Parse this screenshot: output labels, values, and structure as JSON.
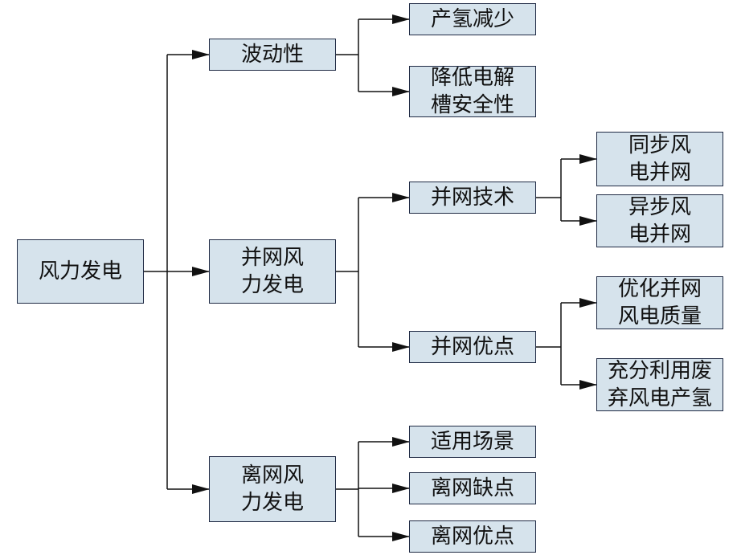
{
  "colors": {
    "box_fill": "#d6e3ec",
    "box_border": "#1f2a44",
    "connector": "#111111"
  },
  "nodes": {
    "root": [
      "风力发电"
    ],
    "volatility": [
      "波动性"
    ],
    "h2_reduce": [
      "产氢减少"
    ],
    "safety": [
      "降低电解",
      "槽安全性"
    ],
    "grid_wind": [
      "并网风",
      "力发电"
    ],
    "grid_tech": [
      "并网技术"
    ],
    "sync": [
      "同步风",
      "电并网"
    ],
    "async": [
      "异步风",
      "电并网"
    ],
    "grid_adv": [
      "并网优点"
    ],
    "quality": [
      "优化并网",
      "风电质量"
    ],
    "waste": [
      "充分利用废",
      "弃风电产氢"
    ],
    "offgrid_wind": [
      "离网风",
      "力发电"
    ],
    "scenario": [
      "适用场景"
    ],
    "offgrid_dis": [
      "离网缺点"
    ],
    "offgrid_adv": [
      "离网优点"
    ]
  },
  "edges": [
    [
      "root",
      "volatility"
    ],
    [
      "root",
      "grid_wind"
    ],
    [
      "root",
      "offgrid_wind"
    ],
    [
      "volatility",
      "h2_reduce"
    ],
    [
      "volatility",
      "safety"
    ],
    [
      "grid_wind",
      "grid_tech"
    ],
    [
      "grid_wind",
      "grid_adv"
    ],
    [
      "grid_tech",
      "sync"
    ],
    [
      "grid_tech",
      "async"
    ],
    [
      "grid_adv",
      "quality"
    ],
    [
      "grid_adv",
      "waste"
    ],
    [
      "offgrid_wind",
      "scenario"
    ],
    [
      "offgrid_wind",
      "offgrid_dis"
    ],
    [
      "offgrid_wind",
      "offgrid_adv"
    ]
  ]
}
